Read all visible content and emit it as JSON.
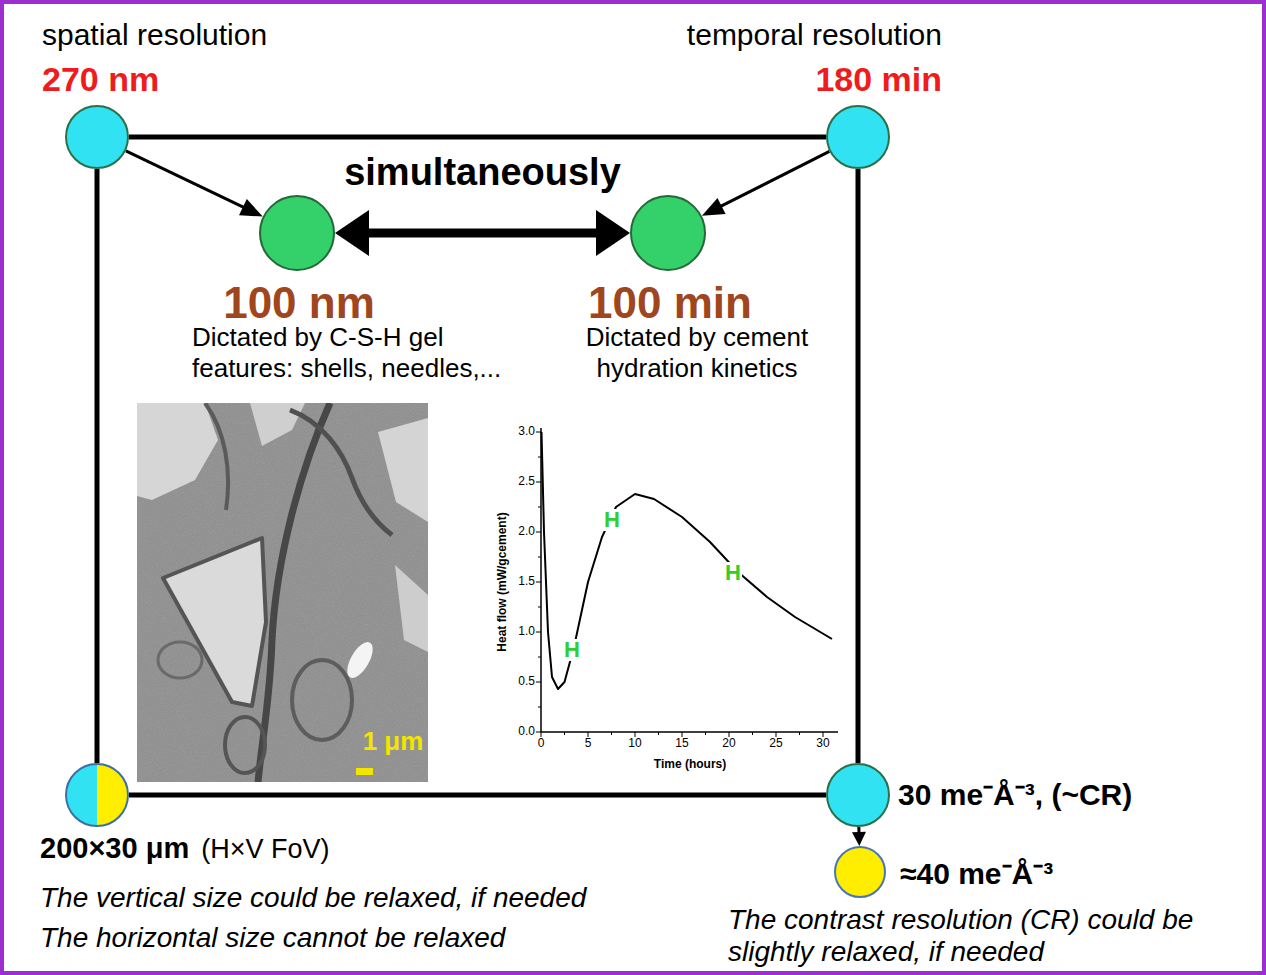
{
  "diagram": {
    "nodes": [
      {
        "text": [
          "spatial resolution",
          "270 nm"
        ]
      },
      {
        "text": [
          "temporal resolution",
          "180 min"
        ]
      },
      {
        "text": [
          "100 nm",
          "Dictated by C-S-H gel features: shells, needles,..."
        ]
      },
      {
        "text": [
          "100 min",
          "Dictated by cement hydration kinetics"
        ]
      },
      {
        "text": [
          "200×30 μm",
          "(H×V FoV)",
          "The vertical size could be relaxed, if needed",
          "The horizontal size cannot be relaxed"
        ]
      },
      {
        "text": [
          "30 me⁻Å⁻³, (~CR)"
        ]
      },
      {
        "text": [
          "≈40 me⁻Å⁻³",
          "The contrast resolution (CR) could be slightly relaxed, if needed"
        ]
      }
    ],
    "edges": [
      {
        "from": 0,
        "to": 1,
        "arrow": "none"
      },
      {
        "from": 0,
        "to": 4,
        "arrow": "none"
      },
      {
        "from": 1,
        "to": 5,
        "arrow": "none"
      },
      {
        "from": 4,
        "to": 5,
        "arrow": "none"
      },
      {
        "from": 0,
        "to": 2,
        "arrow": "to"
      },
      {
        "from": 1,
        "to": 3,
        "arrow": "to"
      },
      {
        "from": 2,
        "to": 3,
        "arrow": "both",
        "label": "simultaneously"
      },
      {
        "from": 5,
        "to": 6,
        "arrow": "to"
      }
    ],
    "labels": [
      "1 μm",
      "3.0",
      "2.5",
      "2.0",
      "1.5",
      "1.0",
      "0.5",
      "0.0",
      "Heat flow (mW/gcement)",
      "H",
      "H",
      "H",
      "0",
      "5",
      "10",
      "15",
      "20",
      "25",
      "30",
      "Time (hours)"
    ]
  }
}
